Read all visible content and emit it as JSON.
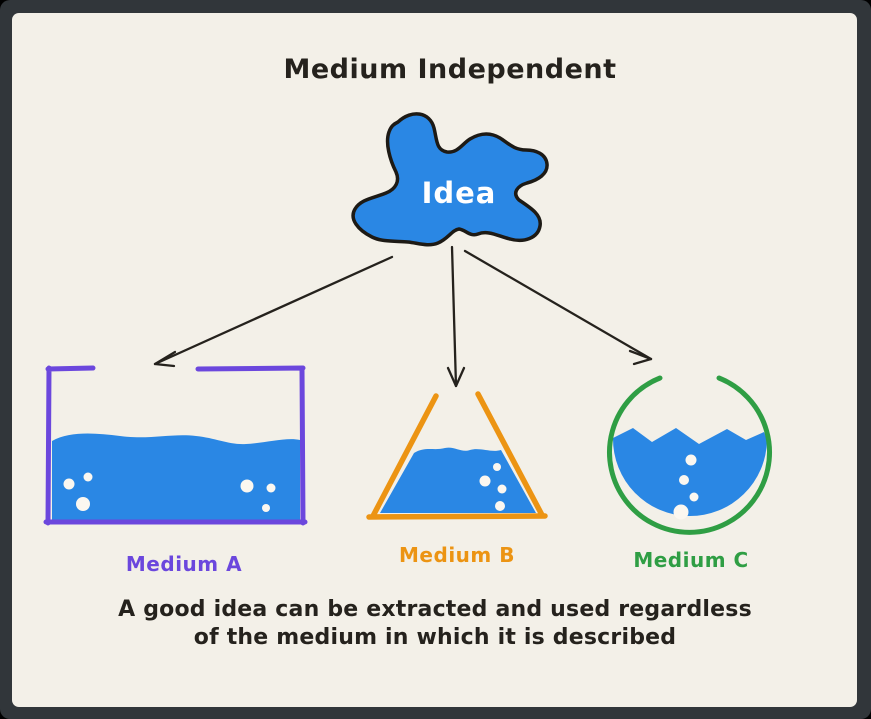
{
  "title": "Medium Independent",
  "idea": {
    "label": "Idea"
  },
  "mediums": [
    {
      "label": "Medium A",
      "shape": "rectangle"
    },
    {
      "label": "Medium B",
      "shape": "triangle"
    },
    {
      "label": "Medium C",
      "shape": "circle"
    }
  ],
  "caption": {
    "line1": "A good idea can be extracted and used regardless",
    "line2": "of the medium in which it is described"
  },
  "colors": {
    "background": "#f3f0e8",
    "frame": "#31363a",
    "ink": "#25221d",
    "blue": "#2a87e4",
    "purple": "#6b47dd",
    "orange": "#ec9413",
    "green": "#2f9e44",
    "bubble": "#fbf7f0"
  }
}
